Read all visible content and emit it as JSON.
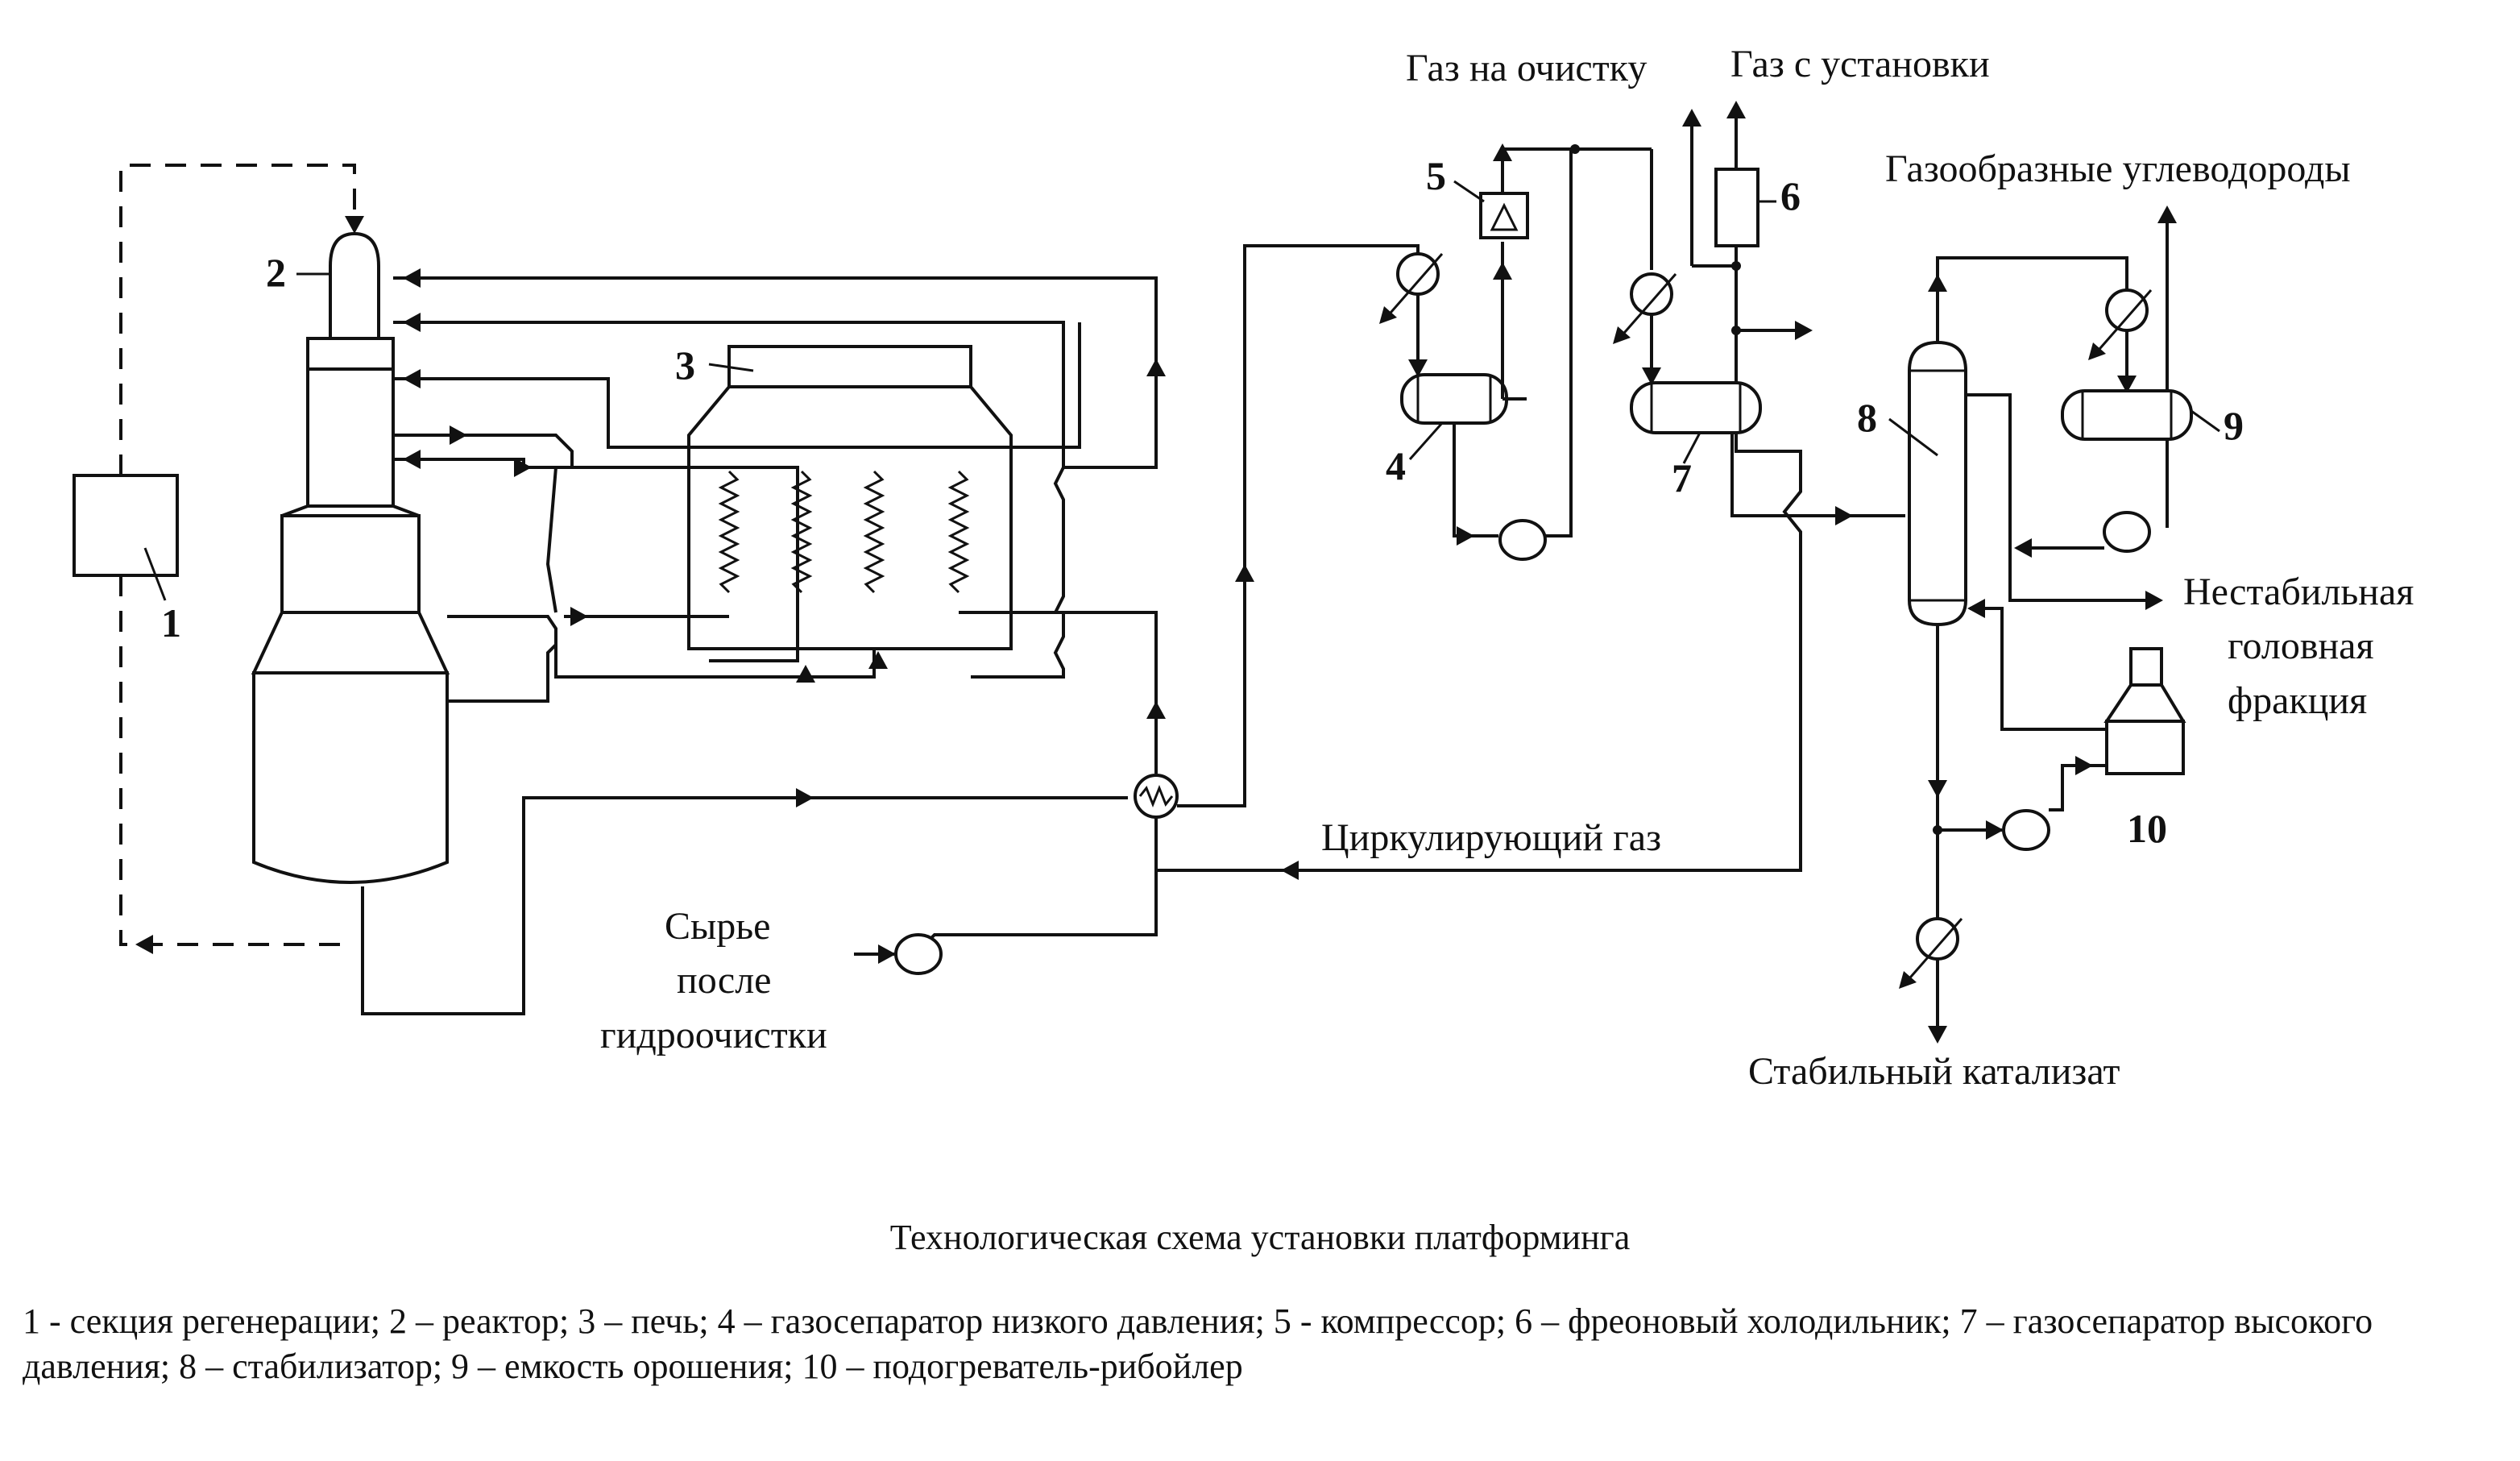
{
  "labels": {
    "gas_to_cleaning": "Газ на очистку",
    "gas_from_unit": "Газ с установки",
    "gaseous_hydrocarbons": "Газообразные углеводороды",
    "unstable_head_1": "Нестабильная",
    "unstable_head_2": "головная",
    "unstable_head_3": "фракция",
    "circulating_gas": "Циркулирующий газ",
    "feed_1": "Сырье",
    "feed_2": "после",
    "feed_3": "гидроочистки",
    "stable_catalyzate": "Стабильный катализат"
  },
  "numbers": {
    "n1": "1",
    "n2": "2",
    "n3": "3",
    "n4": "4",
    "n5": "5",
    "n6": "6",
    "n7": "7",
    "n8": "8",
    "n9": "9",
    "n10": "10"
  },
  "title": "Технологическая схема установки платформинга",
  "legend": "1 -  секция регенерации; 2 – реактор; 3 – печь; 4 – газосепаратор низкого давления; 5 -  компрессор; 6 – фреоновый холодильник; 7 – газосепаратор  высокого давления; 8 – стабилизатор; 9 – емкость орошения;  10 – подогреватель-рибойлер"
}
